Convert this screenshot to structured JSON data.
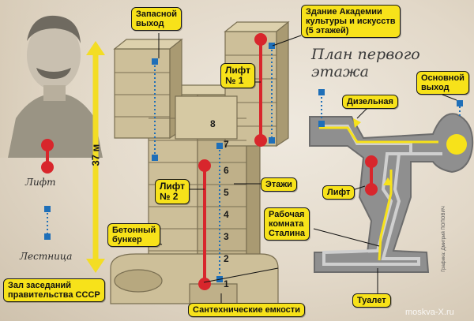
{
  "title": "План первого этажа",
  "height_label": "37 м",
  "legend": {
    "elevator": "Лифт",
    "stairs": "Лестница"
  },
  "callouts": {
    "spare_exit": [
      "Запасной",
      "выход"
    ],
    "academy": [
      "Здание Академии",
      "культуры и искусств",
      "(5 этажей)"
    ],
    "lift1": [
      "Лифт",
      "№ 1"
    ],
    "lift2": [
      "Лифт",
      "№ 2"
    ],
    "floors": "Этажи",
    "bunker": [
      "Бетонный",
      "бункер"
    ],
    "stalin_room": [
      "Рабочая",
      "комната",
      "Сталина"
    ],
    "hall": [
      "Зал заседаний",
      "правительства СССР"
    ],
    "plumbing": "Сантехнические емкости",
    "diesel": "Дизельная",
    "main_exit": [
      "Основной",
      "выход"
    ],
    "plan_lift": "Лифт",
    "toilet": "Туалет"
  },
  "floors": [
    "1",
    "2",
    "3",
    "4",
    "5",
    "6",
    "7",
    "8"
  ],
  "credit": "Графика: Дмитрий ПОПОВИЧ",
  "watermark": "moskva-X.ru",
  "colors": {
    "callout": "#f7e21a",
    "elevator": "#d8262c",
    "stairs": "#1f6fb8",
    "bunker": "#c9bc93",
    "plan": "#8f8f8f"
  }
}
